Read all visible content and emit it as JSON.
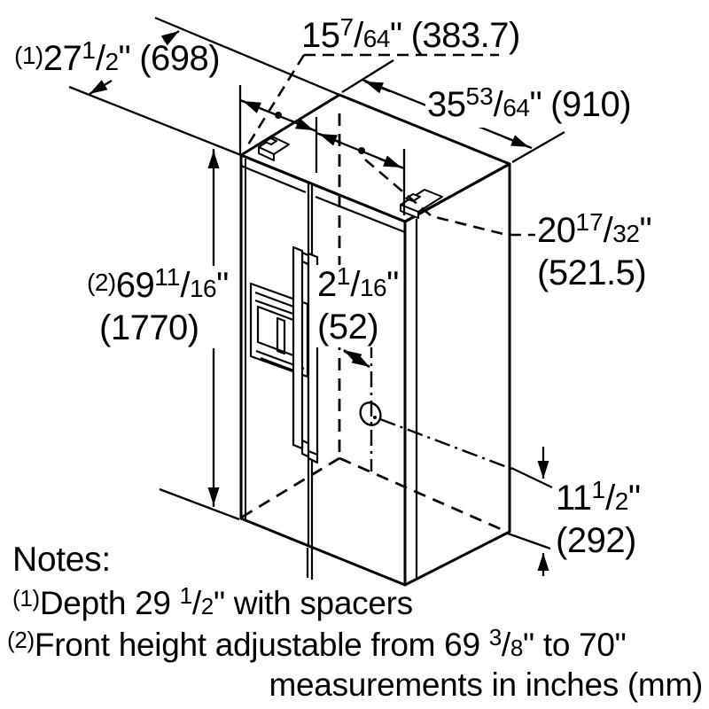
{
  "colors": {
    "background": "#ffffff",
    "line": "#000000"
  },
  "glyphs": {
    "slash": "/"
  },
  "dimensions": {
    "depth": {
      "ref": "(1)",
      "whole": "27",
      "num": "1",
      "den": "2",
      "unit": "\"",
      "mm": "(698)"
    },
    "left_door_width": {
      "whole": "15",
      "num": "7",
      "den": "64",
      "unit": "\"",
      "mm": "(383.7)"
    },
    "total_width": {
      "whole": "35",
      "num": "53",
      "den": "64",
      "unit": "\"",
      "mm": "(910)"
    },
    "right_door_width": {
      "whole": "20",
      "num": "17",
      "den": "32",
      "unit": "\"",
      "mm": "(521.5)"
    },
    "height": {
      "ref": "(2)",
      "whole": "69",
      "num": "11",
      "den": "16",
      "unit": "\"",
      "mm": "(1770)"
    },
    "connection_offset": {
      "whole": "2",
      "num": "1",
      "den": "16",
      "unit": "\"",
      "mm": "(52)"
    },
    "connection_height": {
      "whole": "11",
      "num": "1",
      "den": "2",
      "unit": "\"",
      "mm": "(292)"
    }
  },
  "notes": {
    "heading": "Notes:",
    "note1": {
      "ref": "(1)",
      "text_before_fraction": "Depth 29 ",
      "num": "1",
      "den": "2",
      "text_after_fraction": "\" with spacers"
    },
    "note2": {
      "ref": "(2)",
      "text_before_fraction": "Front height adjustable from 69 ",
      "num": "3",
      "den": "8",
      "text_after_fraction": "\" to 70\""
    },
    "footer": "measurements in inches (mm)"
  }
}
